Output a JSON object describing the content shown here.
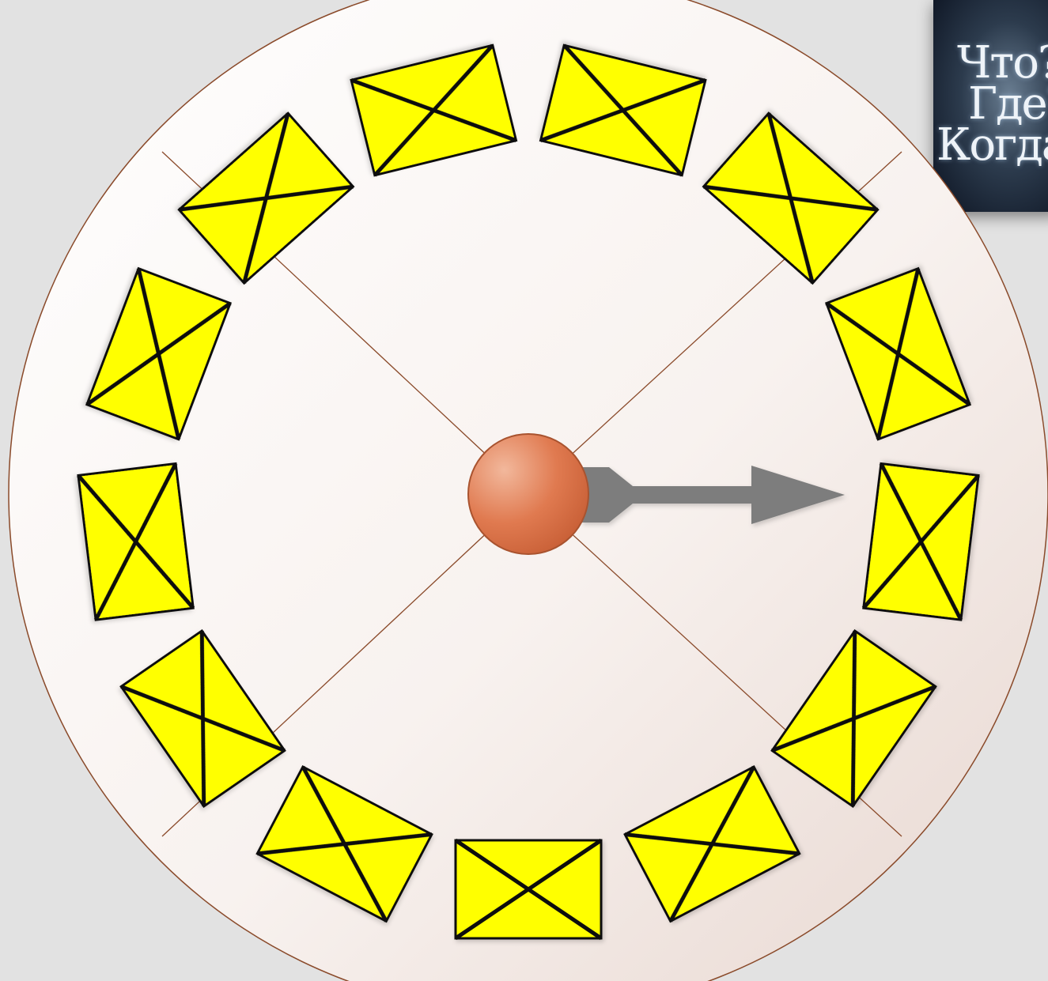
{
  "logo": {
    "lines": [
      "Что?",
      "Где?",
      "Когда?"
    ]
  },
  "wheel": {
    "sector_count": 13,
    "sector_symbol": "envelope-icon",
    "pointer_direction": "right",
    "colors": {
      "background": "#e2e2e2",
      "wheel_fill": "#fbf6f3",
      "wheel_edge": "#8a4a2a",
      "spoke": "#8a4a2a",
      "envelope_fill": "#ffff00",
      "envelope_stroke": "#111111",
      "hub": "#e07a50",
      "arrow": "#7d7d7d"
    }
  }
}
